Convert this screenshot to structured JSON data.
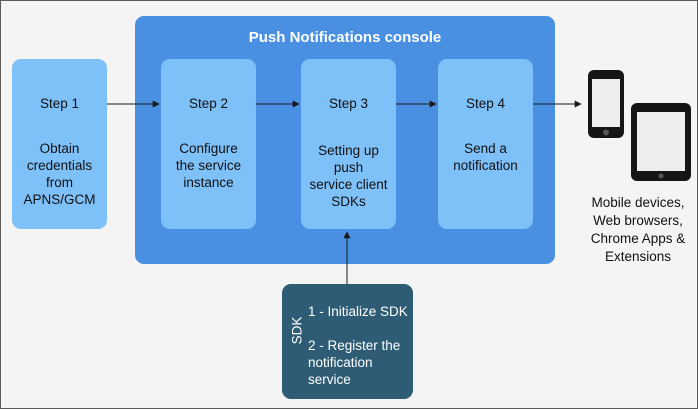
{
  "console": {
    "title": "Push Notifications console"
  },
  "steps": [
    {
      "number": "Step 1",
      "description": "Obtain\ncredentials\nfrom\nAPNS/GCM"
    },
    {
      "number": "Step 2",
      "description": "Configure\nthe service\ninstance"
    },
    {
      "number": "Step 3",
      "description": "Setting up\npush\nservice client\nSDKs"
    },
    {
      "number": "Step 4",
      "description": "Send a\nnotification"
    }
  ],
  "sdk": {
    "label": "SDK",
    "items": [
      "1 - Initialize SDK",
      "2 - Register the\nnotification\nservice"
    ]
  },
  "devices": {
    "label": "Mobile devices,\nWeb browsers,\nChrome Apps &\nExtensions",
    "icons": [
      "smartphone-icon",
      "tablet-icon"
    ]
  },
  "colors": {
    "console": "#4a90e2",
    "step": "#7ec0f8",
    "sdk": "#2e5c74",
    "background": "#f4f4f4"
  }
}
